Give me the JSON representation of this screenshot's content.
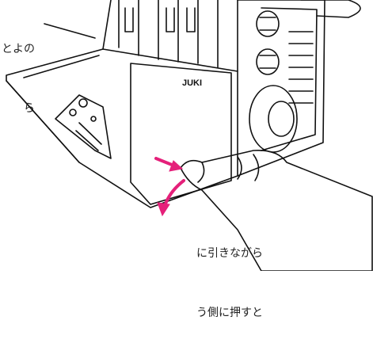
{
  "captions": {
    "top_line1": "とよの",
    "top_line2": "ら",
    "bottom_line1": "に引きながら",
    "bottom_line2": "う側に押すと"
  },
  "brand": {
    "logo_text": "JUKI"
  },
  "colors": {
    "line": "#111111",
    "arrow": "#e5207a",
    "background": "#ffffff"
  },
  "illustration": {
    "subject": "serger-front-cover-opening",
    "icons": [
      "hand-icon",
      "push-arrow-icon",
      "pull-down-arrow-icon",
      "tension-dial-icon",
      "handwheel-icon"
    ]
  }
}
